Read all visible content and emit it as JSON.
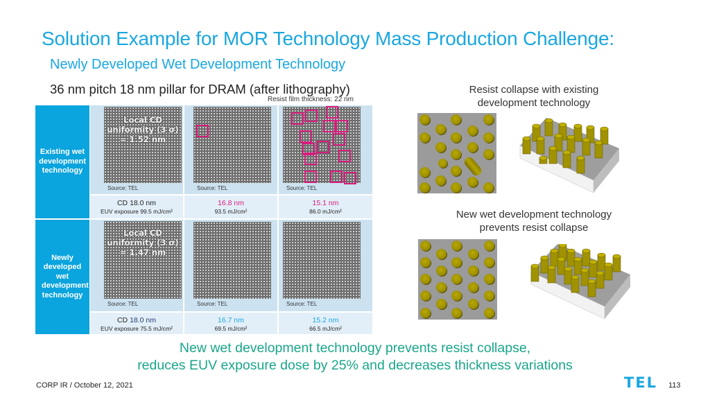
{
  "slide": {
    "title": "Solution Example for MOR Technology Mass Production Challenge:",
    "subtitle": "Newly Developed Wet Development Technology"
  },
  "table": {
    "title": "36 nm pitch 18 nm pillar for DRAM (after lithography)",
    "note": "Resist film thickness: 22 nm",
    "rows": [
      {
        "label": "Existing wet development technology",
        "sem_annotation": [
          "Local CD",
          "uniformity (3 σ)",
          "= 1.52 nm"
        ],
        "cells": [
          {
            "source": "Source: TEL",
            "cd_prefix": "CD ",
            "cd": "18.0 nm",
            "exposure": "EUV exposure 99.5 mJ/cm²",
            "cd_color": "#222222"
          },
          {
            "source": "Source: TEL",
            "cd_prefix": "",
            "cd": "16.8 nm",
            "exposure": "93.5 mJ/cm²",
            "cd_color": "#d81b7e"
          },
          {
            "source": "Source: TEL",
            "cd_prefix": "",
            "cd": "15.1 nm",
            "exposure": "86.0 mJ/cm²",
            "cd_color": "#d81b7e"
          }
        ]
      },
      {
        "label": "Newly developed wet development technology",
        "sem_annotation": [
          "Local CD",
          "uniformity (3 σ)",
          "= 1.47 nm"
        ],
        "cells": [
          {
            "source": "Source: TEL",
            "cd_prefix": "CD ",
            "cd": "18.0 nm",
            "exposure": "EUV exposure 75.5 mJ/cm²",
            "cd_color": "#1f3a6e"
          },
          {
            "source": "Source: TEL",
            "cd_prefix": "",
            "cd": "16.7 nm",
            "exposure": "69.5 mJ/cm²",
            "cd_color": "#1aa7e0"
          },
          {
            "source": "Source: TEL",
            "cd_prefix": "",
            "cd": "15.2 nm",
            "exposure": "66.5 mJ/cm²",
            "cd_color": "#1aa7e0"
          }
        ]
      }
    ]
  },
  "diagrams": {
    "top": {
      "title_line1": "Resist collapse with existing",
      "title_line2": "development technology"
    },
    "bottom": {
      "title_line1": "New wet development technology",
      "title_line2": "prevents resist collapse"
    }
  },
  "conclusion": {
    "line1": "New wet development technology prevents resist collapse,",
    "line2": "reduces EUV exposure dose by 25% and decreases thickness variations"
  },
  "footer": {
    "left": "CORP IR / October 12, 2021",
    "logo": "TEL",
    "page": "113"
  },
  "colors": {
    "title": "#1aa7e0",
    "row_label_bg": "#0aa4de",
    "defect_pink": "#d81b7e",
    "conclusion": "#19a68a",
    "pillar": "#a09200"
  }
}
